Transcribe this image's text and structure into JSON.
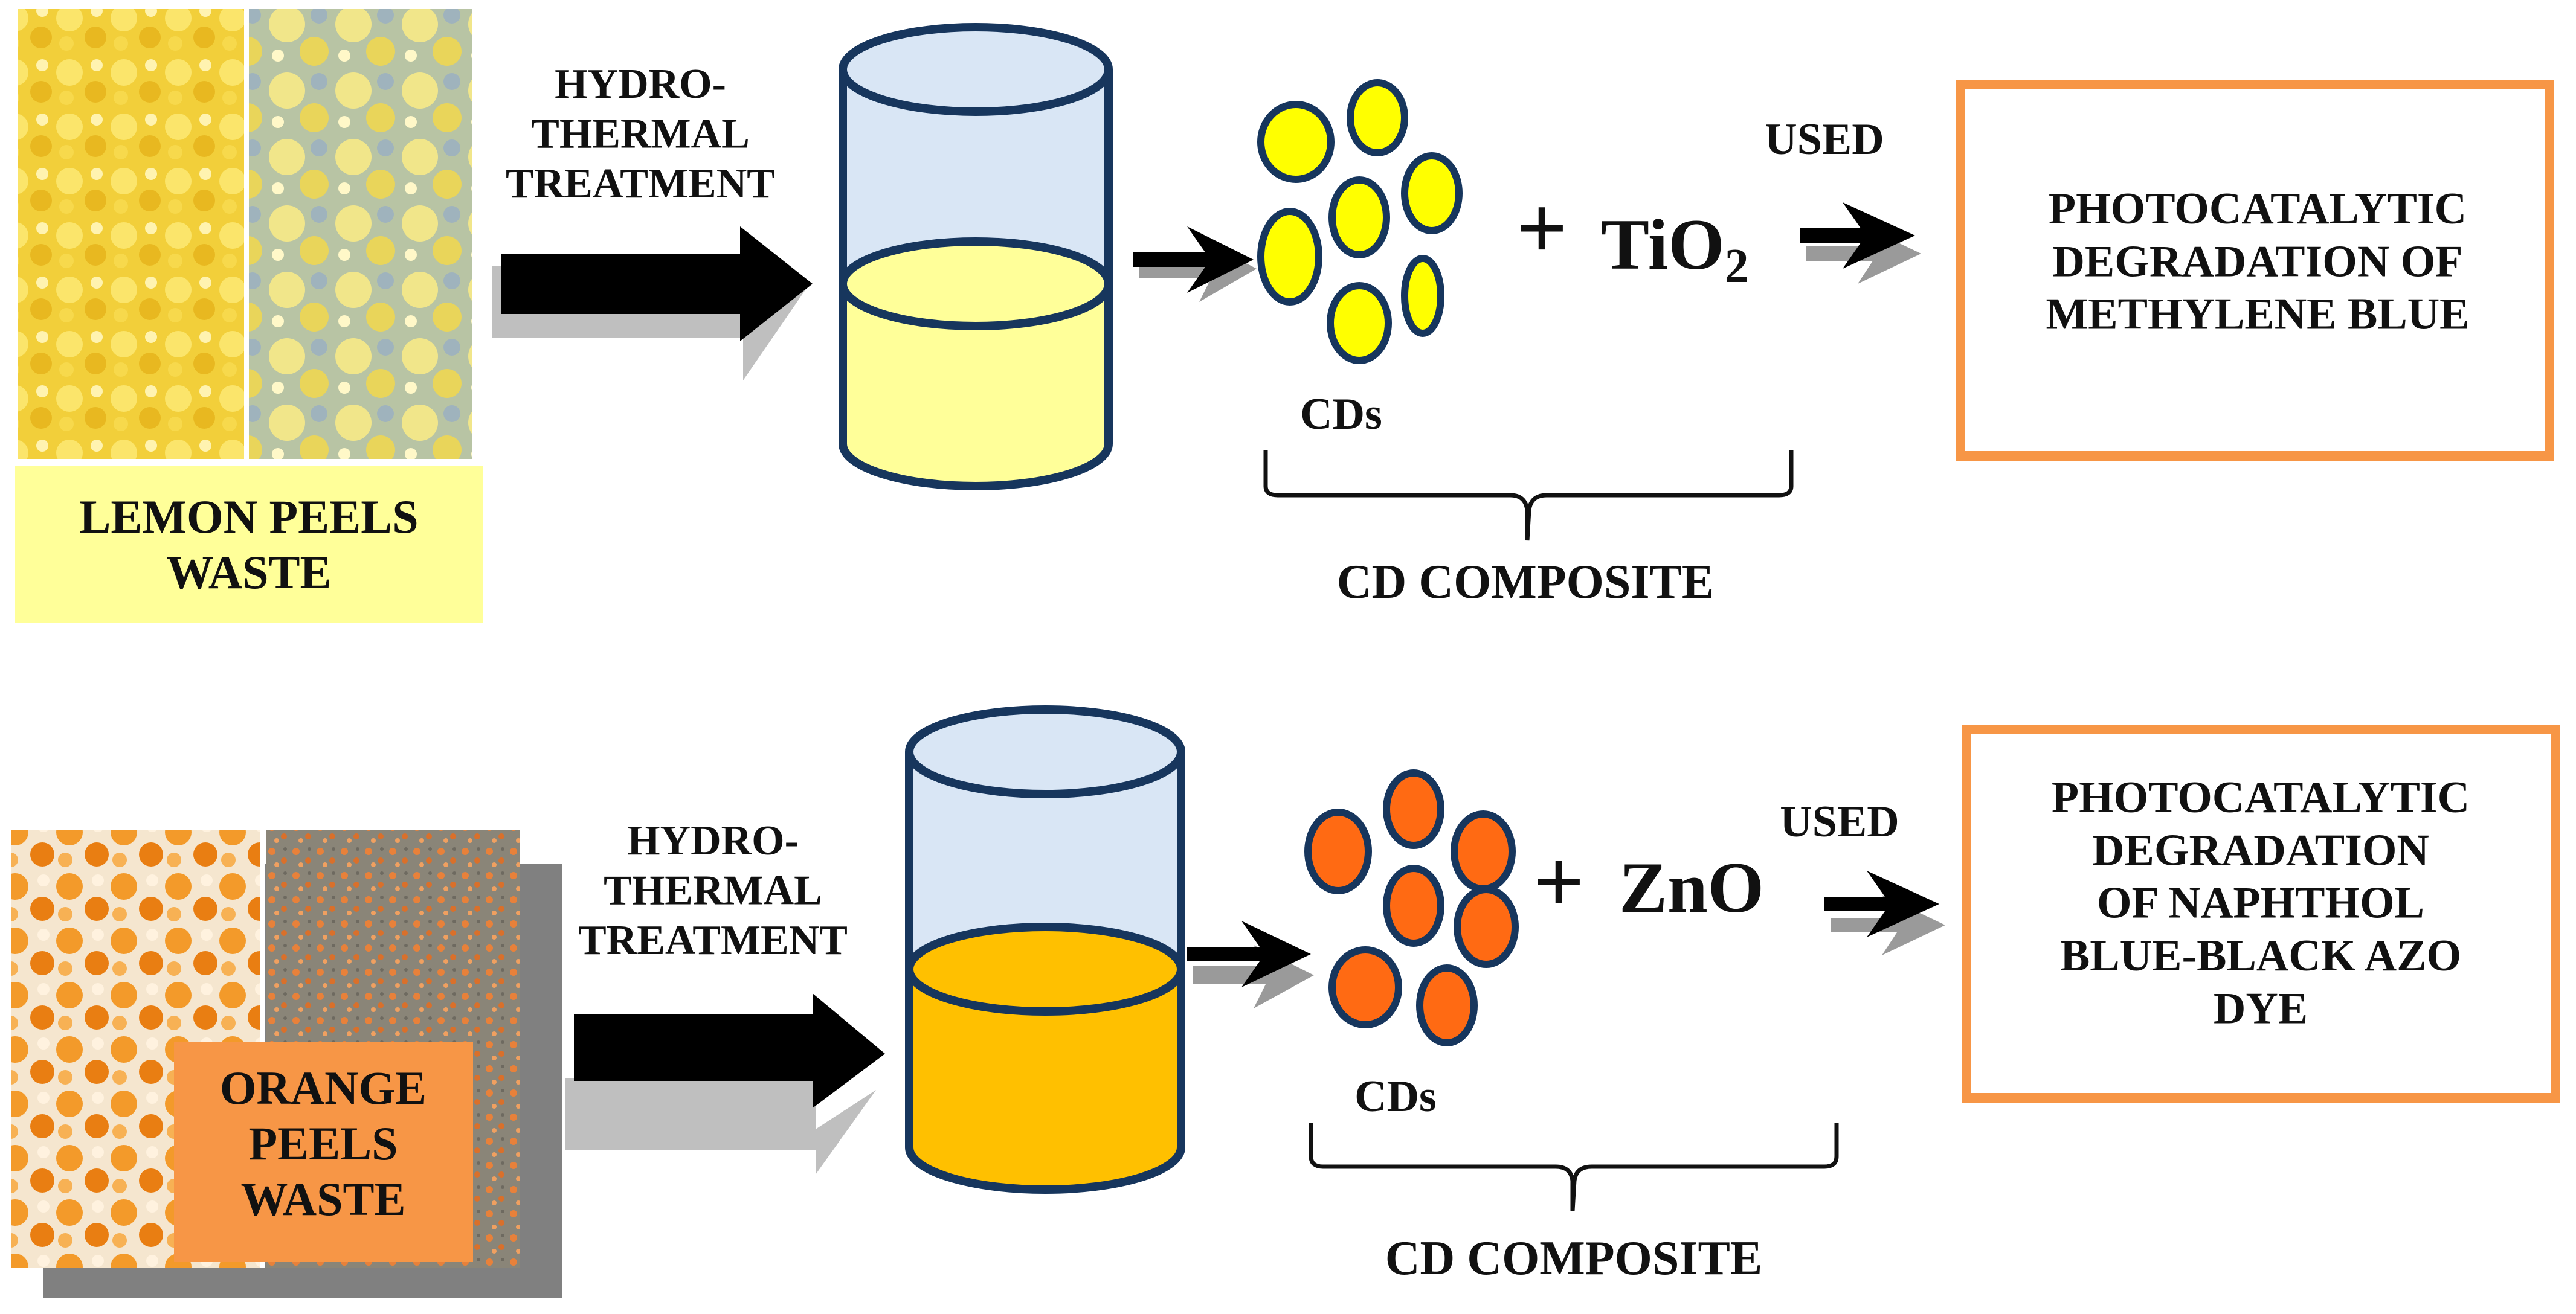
{
  "colors": {
    "lemon_yellow": "#ffff66",
    "lemon_liquid": "#ffff99",
    "orange_dot": "#ff6a13",
    "orange_liquid": "#ffc000",
    "orange_label_bg": "#f79646",
    "lemon_label_bg": "#ffff99",
    "box_border": "#f79646",
    "beaker_outline": "#17365d",
    "beaker_empty": "#d9e6f5"
  },
  "top_row": {
    "source_label": "LEMON PEELS\nWASTE",
    "treatment_label": "HYDRO-\nTHERMAL\nTREATMENT",
    "cds_label": "CDs",
    "plus": "+",
    "partner_base": "TiO",
    "partner_subscript": "2",
    "used_label": "USED",
    "composite_label": "CD COMPOSITE",
    "result_label": "PHOTOCATALYTIC\nDEGRADATION OF\nMETHYLENE BLUE"
  },
  "bottom_row": {
    "source_label": "ORANGE\nPEELS\nWASTE",
    "treatment_label": "HYDRO-\nTHERMAL\nTREATMENT",
    "cds_label": "CDs",
    "plus": "+",
    "partner": "ZnO",
    "used_label": "USED",
    "composite_label": "CD COMPOSITE",
    "result_label": "PHOTOCATALYTIC\nDEGRADATION\nOF NAPHTHOL\nBLUE-BLACK AZO\nDYE"
  }
}
